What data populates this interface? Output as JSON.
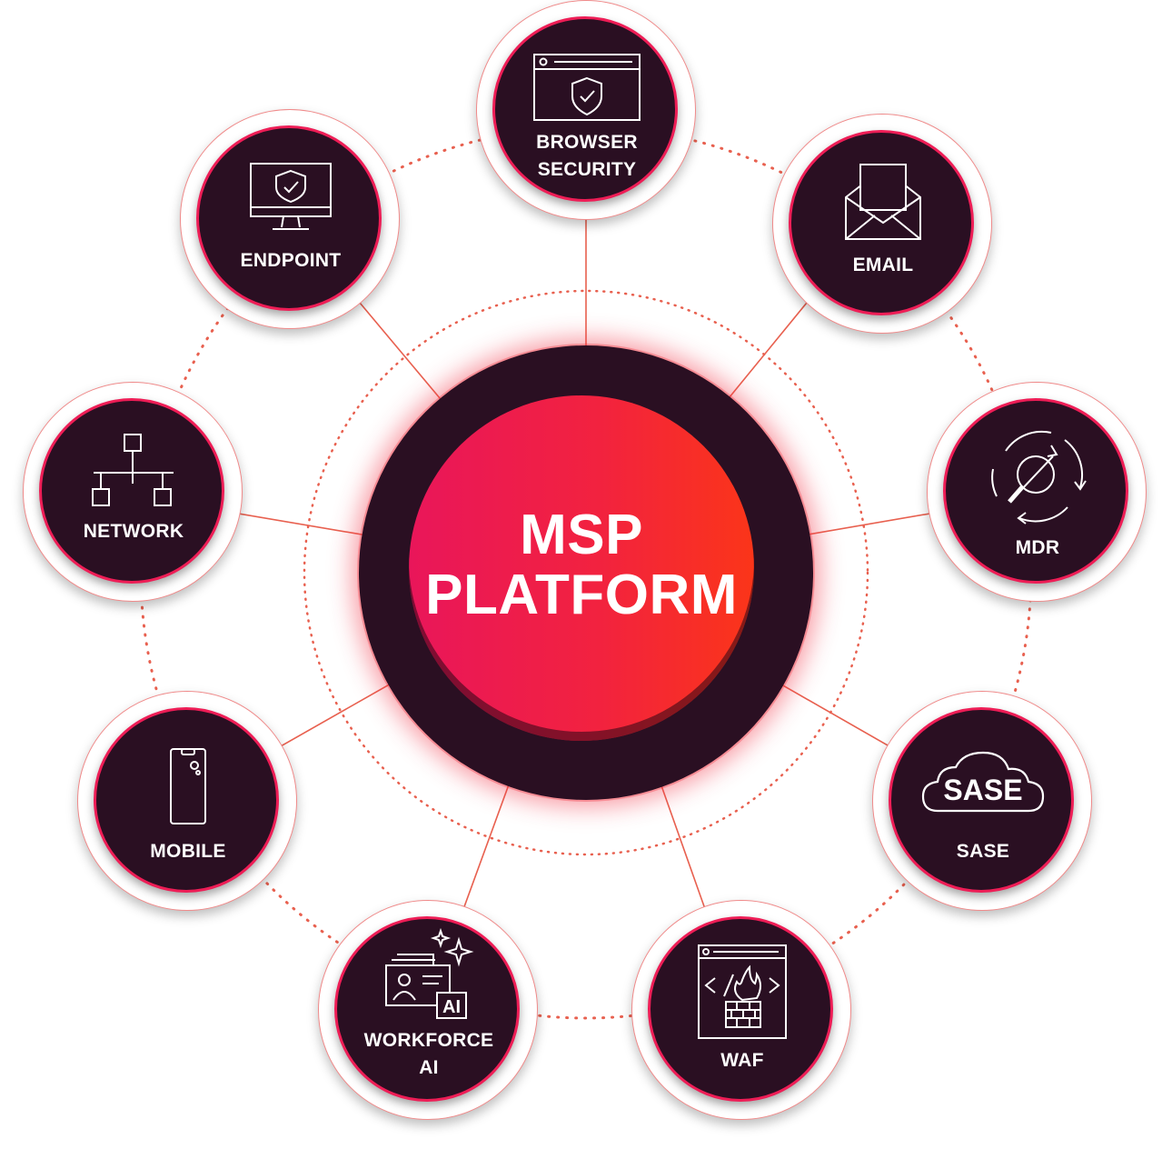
{
  "center": {
    "line1": "MSP",
    "line2": "PLATFORM"
  },
  "nodes": {
    "browser": {
      "line1": "BROWSER",
      "line2": "SECURITY"
    },
    "email": {
      "label": "EMAIL"
    },
    "mdr": {
      "label": "MDR"
    },
    "sase": {
      "label": "SASE",
      "icon_text": "SASE"
    },
    "waf": {
      "label": "WAF"
    },
    "workforce": {
      "line1": "WORKFORCE",
      "line2": "AI",
      "icon_text": "AI"
    },
    "mobile": {
      "label": "MOBILE"
    },
    "network": {
      "label": "NETWORK"
    },
    "endpoint": {
      "label": "ENDPOINT"
    }
  },
  "colors": {
    "node_fill": "#2a0f22",
    "node_border": "#ee1d56",
    "connector": "#e8604f",
    "gradient_start": "#e9165a",
    "gradient_end": "#fb3519"
  },
  "icons": [
    "browser-shield-icon",
    "envelope-icon",
    "magnifier-cycle-icon",
    "cloud-icon",
    "firewall-icon",
    "ai-profile-icon",
    "smartphone-icon",
    "network-tree-icon",
    "monitor-shield-icon"
  ]
}
